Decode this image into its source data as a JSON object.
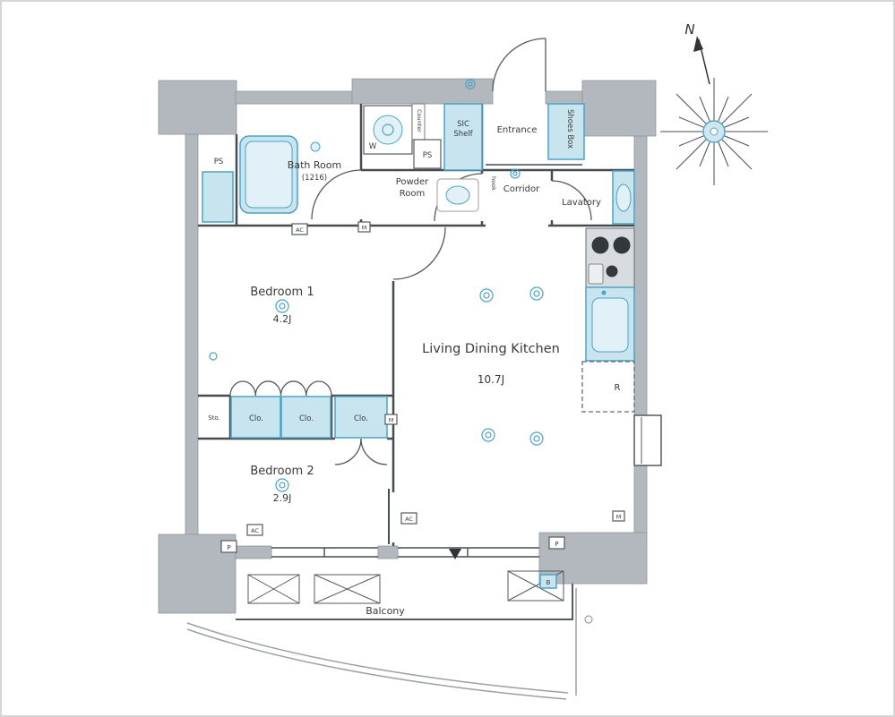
{
  "colors": {
    "wall_gray": "#b2b8bd",
    "fixture_fill": "#c8e4ef",
    "fixture_fill_light": "#e2f1f7",
    "fixture_stroke": "#4aa3c4",
    "line": "#474c52",
    "text": "#3a3a3a"
  },
  "compass": {
    "north_label": "N"
  },
  "rooms": {
    "bath": {
      "name": "Bath Room",
      "size": "(1216)"
    },
    "powder": {
      "line1": "Powder",
      "line2": "Room"
    },
    "sic": {
      "line1": "SIC",
      "line2": "Shelf"
    },
    "entrance": {
      "name": "Entrance"
    },
    "shoes_box": {
      "name": "Shoes Box"
    },
    "corridor": {
      "name": "Corridor"
    },
    "lavatory": {
      "name": "Lavatory"
    },
    "bedroom1": {
      "name": "Bedroom 1",
      "size": "4.2J"
    },
    "ldk": {
      "name": "Living Dining Kitchen",
      "size": "10.7J"
    },
    "bedroom2": {
      "name": "Bedroom 2",
      "size": "2.9J"
    },
    "balcony": {
      "name": "Balcony"
    }
  },
  "fixtures": {
    "washer_label": "W",
    "counter_label": "Counter",
    "hook_label": "hook",
    "ps_wall_label": "PS",
    "ps_box_label": "PS",
    "storage_label": "Sto.",
    "closet_labels": [
      "Clo.",
      "Clo.",
      "Clo."
    ],
    "fridge_label": "R"
  },
  "markers": {
    "ac_label": "AC",
    "meter_label": "M",
    "pipe_label": "P",
    "balcony_label_b": "B"
  }
}
